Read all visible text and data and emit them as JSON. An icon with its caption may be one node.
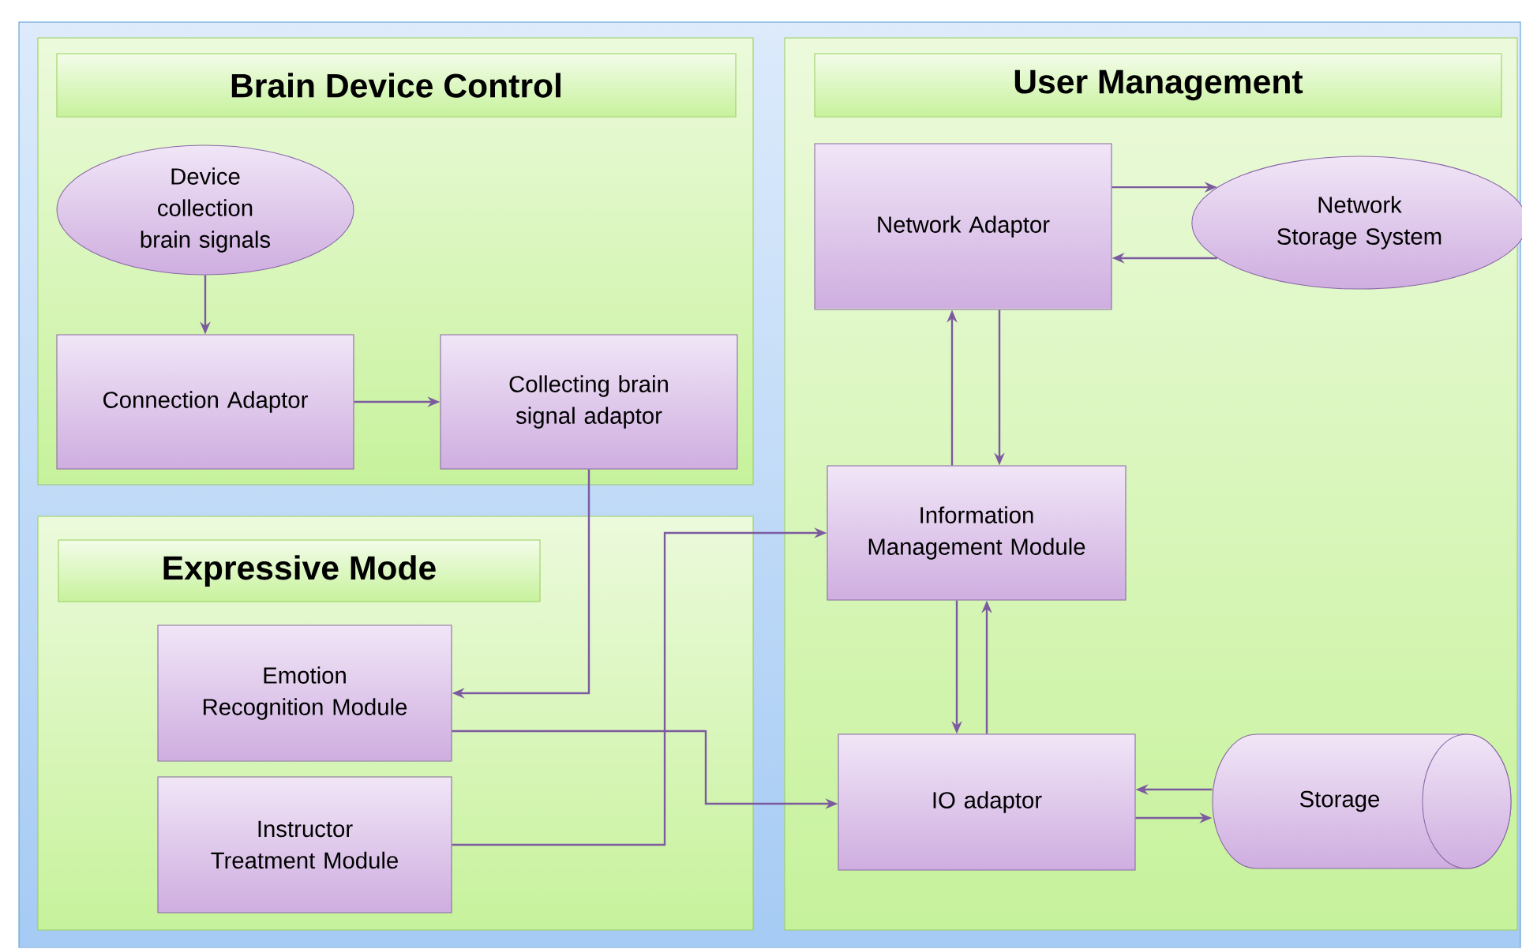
{
  "diagram": {
    "nodes": [
      {
        "text": [
          "Brain Device Control"
        ]
      },
      {
        "text": [
          "Device collection brain signals"
        ],
        "in": 0
      },
      {
        "text": [
          "Connection Adaptor"
        ],
        "in": 0
      },
      {
        "text": [
          "Collecting brain signal adaptor"
        ],
        "in": 0
      },
      {
        "text": [
          "Expressive Mode"
        ]
      },
      {
        "text": [
          "Emotion Recognition Module"
        ],
        "in": 4
      },
      {
        "text": [
          "Instructor Treatment Module"
        ],
        "in": 4
      },
      {
        "text": [
          "User Management"
        ]
      },
      {
        "text": [
          "Network Adaptor"
        ],
        "in": 7
      },
      {
        "text": [
          "Network Storage System"
        ],
        "in": 7
      },
      {
        "text": [
          "Information Management Module"
        ],
        "in": 7
      },
      {
        "text": [
          "IO adaptor"
        ],
        "in": 7
      },
      {
        "text": [
          "Storage"
        ],
        "in": 7
      }
    ],
    "edges": [
      {
        "from": 1,
        "to": 2,
        "arrow": "to"
      },
      {
        "from": 2,
        "to": 3,
        "arrow": "to"
      },
      {
        "from": 3,
        "to": 5,
        "arrow": "to"
      },
      {
        "from": 5,
        "to": 11,
        "arrow": "to"
      },
      {
        "from": 6,
        "to": 10,
        "arrow": "to"
      },
      {
        "from": 8,
        "to": 9,
        "arrow": "to"
      },
      {
        "from": 9,
        "to": 8,
        "arrow": "to"
      },
      {
        "from": 10,
        "to": 8,
        "arrow": "to"
      },
      {
        "from": 8,
        "to": 10,
        "arrow": "to"
      },
      {
        "from": 10,
        "to": 11,
        "arrow": "to"
      },
      {
        "from": 11,
        "to": 10,
        "arrow": "to"
      },
      {
        "from": 12,
        "to": 11,
        "arrow": "to"
      },
      {
        "from": 11,
        "to": 12,
        "arrow": "to"
      }
    ]
  }
}
